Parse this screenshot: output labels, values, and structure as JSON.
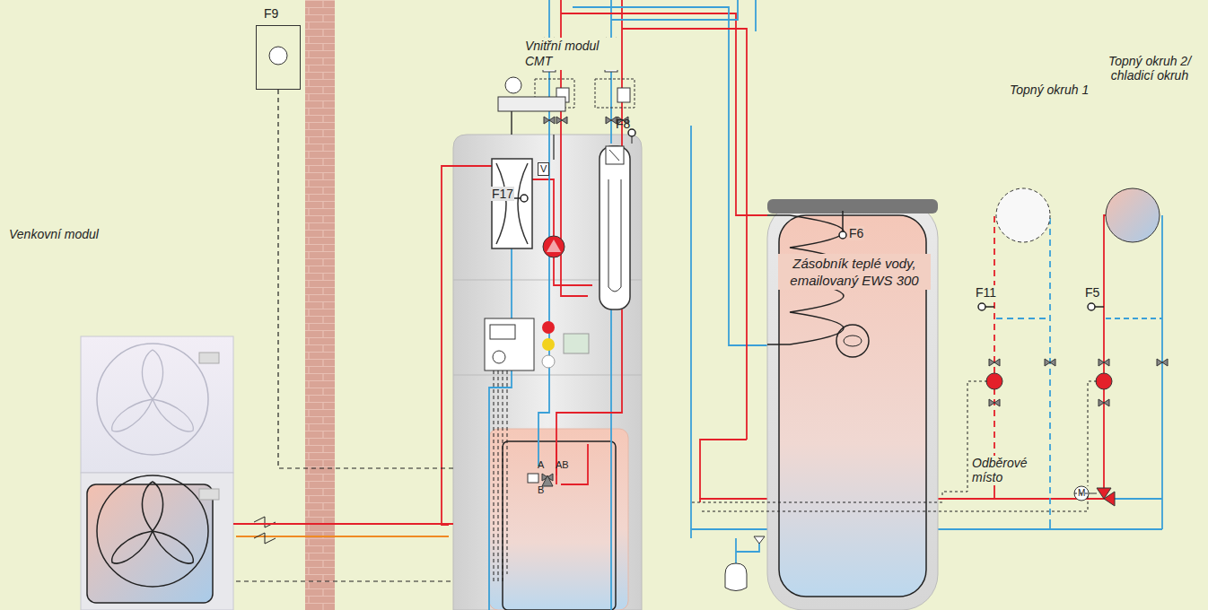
{
  "diagram": {
    "nodes": [
      {
        "text": [
          "Venkovní modul"
        ]
      },
      {
        "text": [
          "Vnitřní modul CMT"
        ]
      },
      {
        "text": [
          "Zásobník teplé vody, emailovaný EWS 300"
        ]
      },
      {
        "text": [
          "F9"
        ]
      }
    ],
    "edges": [
      {
        "from": 0,
        "to": 1,
        "arrow": "none"
      },
      {
        "from": 3,
        "to": 1,
        "arrow": "none"
      }
    ],
    "labels": [
      "Topný okruh 1",
      "Topný okruh 2/ chladicí okruh",
      "Odběrové místo",
      "F8",
      "F17",
      "F6",
      "F11",
      "F5",
      "V",
      "A",
      "B",
      "AB",
      "M"
    ]
  }
}
